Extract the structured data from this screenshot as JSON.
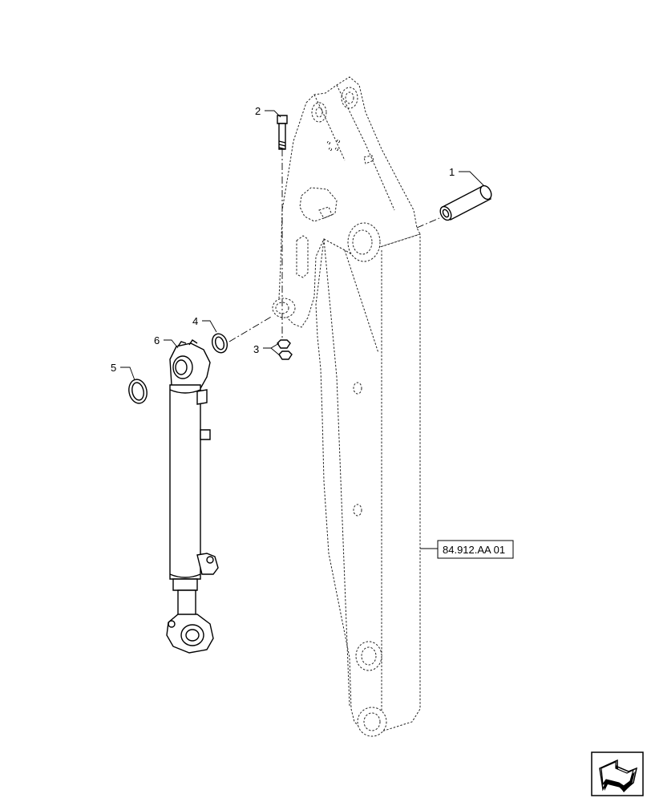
{
  "diagram": {
    "callouts": [
      {
        "id": "1",
        "label": "1"
      },
      {
        "id": "2",
        "label": "2"
      },
      {
        "id": "3",
        "label": "3"
      },
      {
        "id": "4",
        "label": "4"
      },
      {
        "id": "5",
        "label": "5"
      },
      {
        "id": "6",
        "label": "6"
      }
    ],
    "reference_label": "84.912.AA 01",
    "nav_icon": "next-page-arrow-icon"
  }
}
